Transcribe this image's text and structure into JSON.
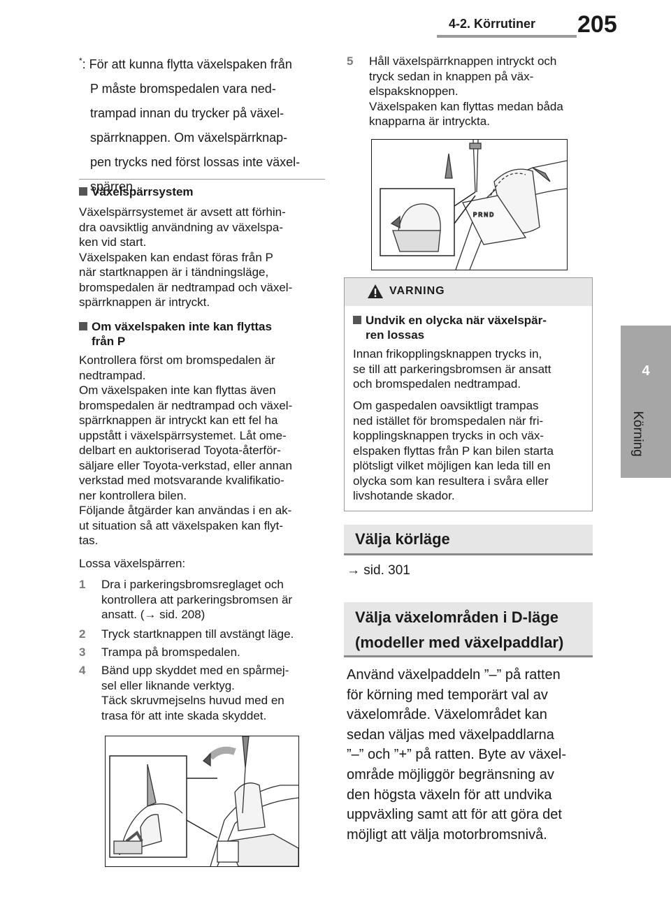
{
  "header": {
    "section": "4-2. Körrutiner",
    "page_number": "205"
  },
  "side_tab": {
    "chapter_number": "4",
    "chapter_label": "Körning"
  },
  "left": {
    "footnote": {
      "mark": "*",
      "lines": [
        ": För att kunna flytta växelspaken från",
        "P måste bromspedalen vara ned-",
        "trampad innan du trycker på växel-",
        "spärrknappen. Om växelspärrknap-",
        "pen trycks ned först lossas inte växel-",
        "spärren."
      ]
    },
    "section1": {
      "title": "Växelspärrsystem",
      "lines": [
        "Växelspärrsystemet är avsett att förhin-",
        "dra oavsiktlig användning av växelspa-",
        "ken vid start.",
        "Växelspaken kan endast föras från P",
        "när startknappen är i tändningsläge,",
        "bromspedalen är nedtrampad och växel-",
        "spärrknappen är intryckt."
      ]
    },
    "section2": {
      "title_lines": [
        "Om växelspaken inte kan flyttas",
        "från P"
      ],
      "lines": [
        "Kontrollera först om bromspedalen är",
        "nedtrampad.",
        "Om växelspaken inte kan flyttas även",
        "bromspedalen är nedtrampad och växel-",
        "spärrknappen är intryckt kan ett fel ha",
        "uppstått i växelspärrsystemet. Låt ome-",
        "delbart en auktoriserad Toyota-återför-",
        "säljare eller Toyota-verkstad, eller annan",
        "verkstad med motsvarande kvalifikatio-",
        "ner kontrollera bilen.",
        "Följande åtgärder kan användas i en ak-",
        "ut situation så att växelspaken kan flyt-",
        "tas."
      ],
      "release_label": "Lossa växelspärren:"
    },
    "steps": [
      {
        "num": "1",
        "lines": [
          "Dra i parkeringsbromsreglaget och",
          "kontrollera att parkeringsbromsen är",
          "ansatt. (→ sid. 208)"
        ]
      },
      {
        "num": "2",
        "lines": [
          "Tryck startknappen till avstängt läge."
        ]
      },
      {
        "num": "3",
        "lines": [
          "Trampa på bromspedalen."
        ]
      },
      {
        "num": "4",
        "lines": [
          "Bänd upp skyddet med en spårmej-",
          "sel eller liknande verktyg.",
          "Täck skruvmejselns huvud med en",
          "trasa för att inte skada skyddet."
        ]
      }
    ]
  },
  "right": {
    "step5": {
      "num": "5",
      "lines": [
        "Håll växelspärrknappen intryckt och",
        "tryck sedan in knappen på väx-",
        "elspaksknoppen.",
        "Växelspaken kan flyttas medan båda",
        "knapparna är intryckta."
      ]
    },
    "warning": {
      "title": "VARNING",
      "subtitle_lines": [
        "Undvik en olycka när växelspär-",
        "ren lossas"
      ],
      "para1": [
        "Innan frikopplingsknappen trycks in,",
        "se till att parkeringsbromsen är ansatt",
        "och bromspedalen nedtrampad."
      ],
      "para2": [
        "Om gaspedalen oavsiktligt trampas",
        "ned istället för bromspedalen när fri-",
        "kopplingsknappen trycks in och väx-",
        "elspaken flyttas från P kan bilen starta",
        "plötsligt vilket möjligen kan leda till en",
        "olycka som kan resultera i svåra eller",
        "livshotande skador."
      ]
    },
    "section_drive_mode": {
      "title": "Välja körläge",
      "ref": "→ sid. 301"
    },
    "section_gear_range": {
      "title_lines": [
        "Välja växelområden i D-läge",
        "(modeller med växelpaddlar)"
      ],
      "lines": [
        "Använd växelpaddeln ”–” på ratten",
        "för körning med temporärt val av",
        "växelområde. Växelområdet kan",
        "sedan väljas med växelpaddlarna",
        "”–” och ”+” på ratten. Byte av växel-",
        "område möjliggör begränsning av",
        "den högsta växeln för att undvika",
        "uppväxling samt att för att göra det",
        "möjligt att välja motorbromsnivå."
      ]
    }
  }
}
